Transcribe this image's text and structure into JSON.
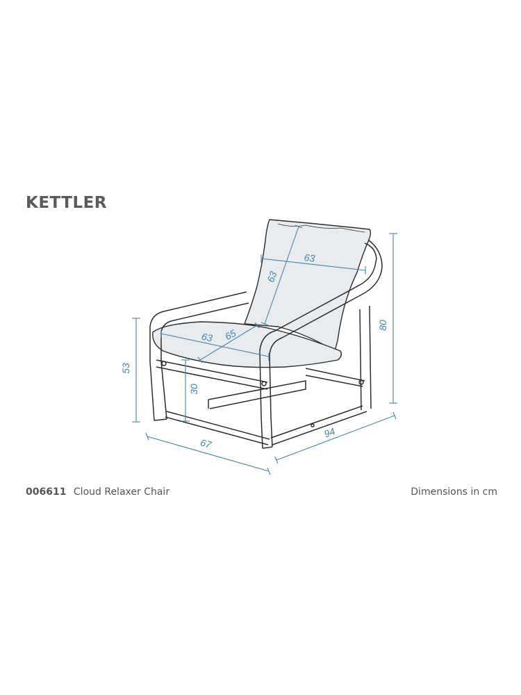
{
  "brand": {
    "logo_text": "KETTLER"
  },
  "product": {
    "code": "006611",
    "name": "Cloud Relaxer Chair"
  },
  "units_note": "Dimensions in cm",
  "dimensions": {
    "backrest_width": "63",
    "backrest_height": "63",
    "seat_width": "63",
    "seat_depth": "65",
    "seat_height": "30",
    "armrest_height": "53",
    "overall_height": "80",
    "overall_depth": "94",
    "overall_width": "67"
  },
  "colors": {
    "dimension_lines": "#3f86b0",
    "outline": "#2b2b2b",
    "cushion_fill": "#e9ecee",
    "logo": "#5a5a5a",
    "caption": "#555555"
  }
}
